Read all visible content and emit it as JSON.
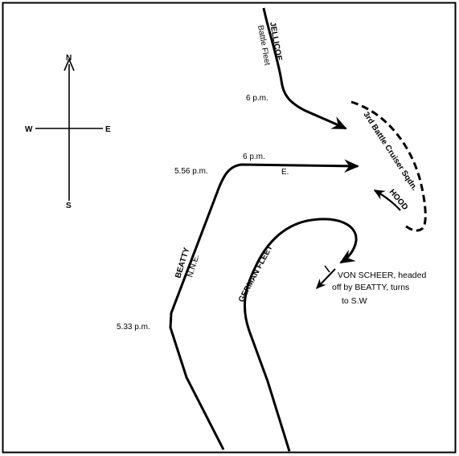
{
  "compass": {
    "north": "N",
    "south": "S",
    "east": "E",
    "west": "W"
  },
  "fleets": {
    "jellicoe": {
      "name": "JELLICOE",
      "sub": "Battle Fleet",
      "time": "6 p.m."
    },
    "beatty": {
      "name": "BEATTY",
      "heading": "N.N.E.",
      "time_start": "5.33 p.m.",
      "time_turn": "5.56 p.m.",
      "time_6": "6 p.m.",
      "heading_east": "E."
    },
    "german": {
      "name": "GERMAN FLEET"
    },
    "battle_cruiser": {
      "name": "3rd Battle Cruiser Sqdn.",
      "commander": "HOOD"
    },
    "von_scheer": {
      "line1": "VON SCHEER, headed",
      "line2": "off by BEATTY, turns",
      "line3": "to S.W"
    }
  }
}
